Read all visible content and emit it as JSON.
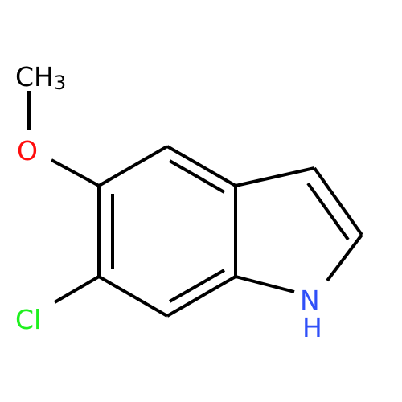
{
  "molecule": {
    "atoms": {
      "methyl": {
        "main": "CH",
        "sub": "3",
        "color": "#000000"
      },
      "oxygen": {
        "label": "O",
        "color": "#FF0D0D"
      },
      "chlorine": {
        "label": "Cl",
        "color": "#1FF01F"
      },
      "nitrogen": {
        "label": "N",
        "color": "#3050F8"
      },
      "nitrogen_h": {
        "label": "H",
        "color": "#3050F8"
      }
    },
    "bond_color": "#000000"
  }
}
